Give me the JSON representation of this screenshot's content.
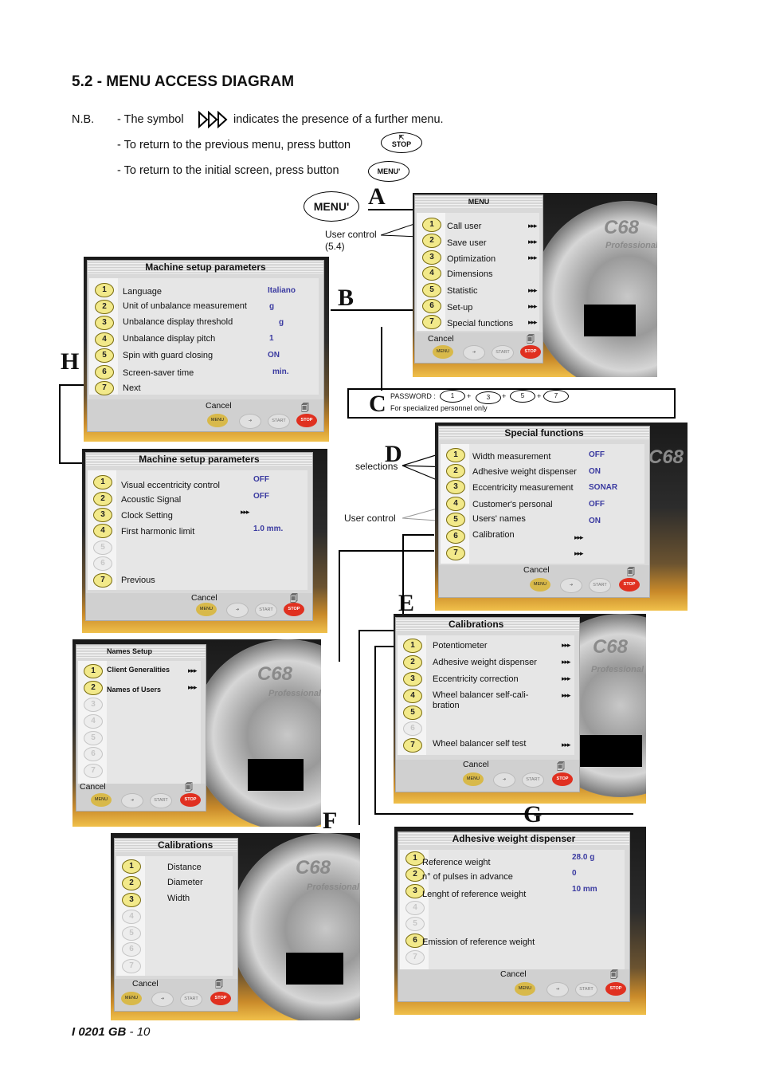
{
  "heading": "5.2 - MENU ACCESS  DIAGRAM",
  "notes": {
    "nb": "N.B.",
    "line1_pre": "- The symbol",
    "line1_post": "indicates the presence of a further menu.",
    "line2": "- To return to the previous menu, press button",
    "line3": "- To return to the initial screen, press button",
    "stop_label": "STOP",
    "menu_label": "MENU'"
  },
  "labels": {
    "menu_button": "MENU'",
    "user_control_54": "User control",
    "user_control_54b": "(5.4)",
    "selections": "selections",
    "user_control": "User control",
    "password": "PASSWORD :",
    "password_digits": [
      "1",
      "3",
      "5",
      "7"
    ],
    "plus": "+",
    "specialized": "For specialized personnel only",
    "letters": [
      "A",
      "B",
      "C",
      "D",
      "E",
      "F",
      "G",
      "H"
    ]
  },
  "screen_common": {
    "logo": "C68",
    "professional": "Professional",
    "cancel": "Cancel",
    "btn_menu": "MENU",
    "btn_start": "START",
    "btn_stop": "STOP",
    "arrow": "▸▸▸"
  },
  "screens": {
    "menu": {
      "title": "MENU",
      "items": [
        "Call user",
        "Save user",
        "Optimization",
        "Dimensions",
        "Statistic",
        "Set-up",
        "Special functions"
      ]
    },
    "machine1": {
      "title": "Machine  setup parameters",
      "items": [
        "Language",
        "Unit of unbalance measurement",
        "Unbalance display threshold",
        "Unbalance display pitch",
        "Spin with guard closing",
        "Screen-saver time",
        "Next"
      ],
      "values": [
        "Italiano",
        "g",
        "g",
        "1",
        "ON",
        "min.",
        ""
      ]
    },
    "machine2": {
      "title": "Machine  setup parameters",
      "items": [
        "Visual eccentricity control",
        "Acoustic Signal",
        "Clock Setting",
        "First harmonic limit",
        "Previous"
      ],
      "values": [
        "OFF",
        "OFF",
        "",
        "1.0  mm."
      ]
    },
    "special": {
      "title": "Special functions",
      "items": [
        "Width measurement",
        "Adhesive weight dispenser",
        "Eccentricity measurement",
        "Customer's personal",
        "Users' names",
        "Calibration",
        ""
      ],
      "values": [
        "OFF",
        "ON",
        "SONAR",
        "OFF",
        "ON"
      ]
    },
    "calibrations_e": {
      "title": "Calibrations",
      "items": [
        "Potentiometer",
        "Adhesive weight dispenser",
        "Eccentricity correction",
        "Wheel balancer self-cali-",
        "bration",
        "Wheel balancer self test"
      ]
    },
    "names": {
      "title": "Names Setup",
      "items": [
        "Client Generalities",
        "Names of Users"
      ]
    },
    "calibrations_f": {
      "title": "Calibrations",
      "items": [
        "Distance",
        "Diameter",
        "Width"
      ]
    },
    "dispenser": {
      "title": "Adhesive weight dispenser",
      "items": [
        "Reference weight",
        "n° of pulses in advance",
        "Lenght of reference weight",
        "Emission of reference weight"
      ],
      "values": [
        "28.0  g",
        "0",
        "10  mm"
      ]
    }
  },
  "footer": {
    "code": "I 0201 GB",
    "page": " - 10"
  }
}
